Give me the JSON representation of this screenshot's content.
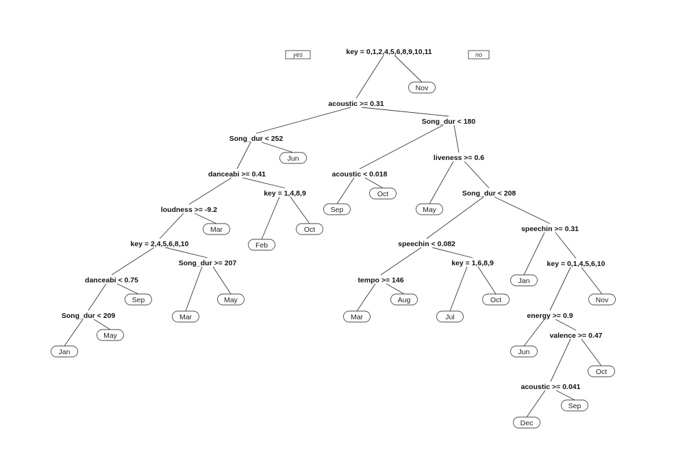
{
  "legend": {
    "yes": "yes",
    "no": "no"
  },
  "root": {
    "split": "key = 0,1,2,4,5,6,8,9,10,11",
    "yes": {
      "split": "acoustic >= 0.31",
      "yes": {
        "split": "Song_dur < 252",
        "yes": {
          "split": "danceabi >= 0.41",
          "yes": {
            "split": "loudness >= -9.2",
            "yes": {
              "split": "key = 2,4,5,6,8,10",
              "yes": {
                "split": "danceabi < 0.75",
                "yes": {
                  "split": "Song_dur < 209",
                  "yes": {
                    "leaf": "Jan"
                  },
                  "no": {
                    "leaf": "May"
                  }
                },
                "no": {
                  "leaf": "Sep"
                }
              },
              "no": {
                "split": "Song_dur >= 207",
                "yes": {
                  "leaf": "Mar"
                },
                "no": {
                  "leaf": "May"
                }
              }
            },
            "no": {
              "leaf": "Mar"
            }
          },
          "no": {
            "split": "key = 1,4,8,9",
            "yes": {
              "leaf": "Feb"
            },
            "no": {
              "leaf": "Oct"
            }
          }
        },
        "no": {
          "leaf": "Jun"
        }
      },
      "no": {
        "split": "Song_dur < 180",
        "yes": {
          "split": "acoustic < 0.018",
          "yes": {
            "leaf": "Sep"
          },
          "no": {
            "leaf": "Oct"
          }
        },
        "no": {
          "split": "liveness >= 0.6",
          "yes": {
            "leaf": "May"
          },
          "no": {
            "split": "Song_dur < 208",
            "yes": {
              "split": "speechin < 0.082",
              "yes": {
                "split": "tempo >= 146",
                "yes": {
                  "leaf": "Mar"
                },
                "no": {
                  "leaf": "Aug"
                }
              },
              "no": {
                "split": "key = 1,6,8,9",
                "yes": {
                  "leaf": "Jul"
                },
                "no": {
                  "leaf": "Oct"
                }
              }
            },
            "no": {
              "split": "speechin >= 0.31",
              "yes": {
                "leaf": "Jan"
              },
              "no": {
                "split": "key = 0,1,4,5,6,10",
                "yes": {
                  "split": "energy >= 0.9",
                  "yes": {
                    "leaf": "Jun"
                  },
                  "no": {
                    "split": "valence >= 0.47",
                    "yes": {
                      "split": "acoustic >= 0.041",
                      "yes": {
                        "leaf": "Dec"
                      },
                      "no": {
                        "leaf": "Sep"
                      }
                    },
                    "no": {
                      "leaf": "Oct"
                    }
                  }
                },
                "no": {
                  "leaf": "Nov"
                }
              }
            }
          }
        }
      }
    },
    "no": {
      "leaf": "Nov"
    }
  }
}
